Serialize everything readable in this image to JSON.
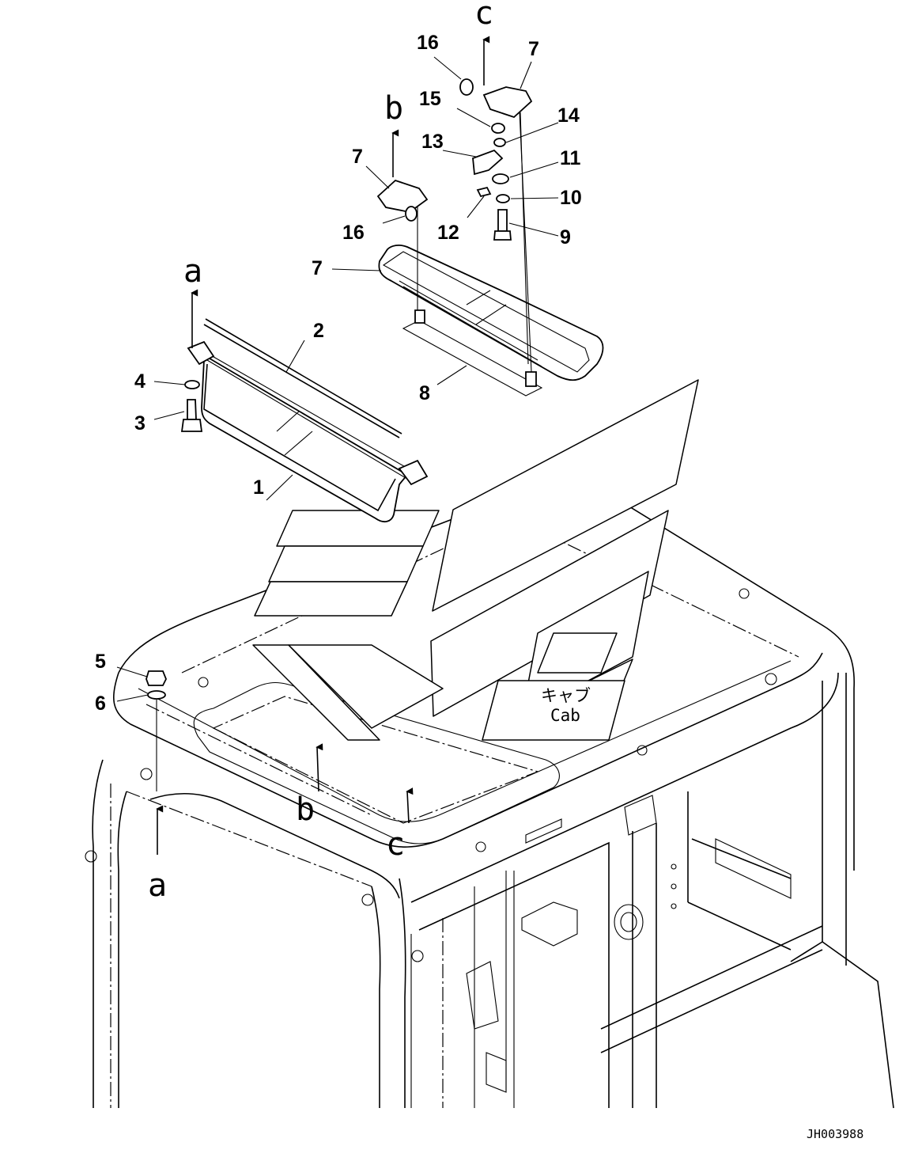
{
  "diagram": {
    "part_numbers": {
      "p1": "1",
      "p2": "2",
      "p3": "3",
      "p4": "4",
      "p5": "5",
      "p6": "6",
      "p7a": "7",
      "p7b": "7",
      "p7c": "7",
      "p8": "8",
      "p9": "9",
      "p10": "10",
      "p11": "11",
      "p12": "12",
      "p13": "13",
      "p14": "14",
      "p15": "15",
      "p16a": "16",
      "p16b": "16"
    },
    "reference_arrows": {
      "a_top": "a",
      "b_top": "b",
      "c_top": "c",
      "a_bottom": "a",
      "b_bottom": "b",
      "c_bottom": "c"
    },
    "cab_label": {
      "japanese": "キャブ",
      "english": "Cab"
    },
    "drawing_code": "JH003988"
  }
}
